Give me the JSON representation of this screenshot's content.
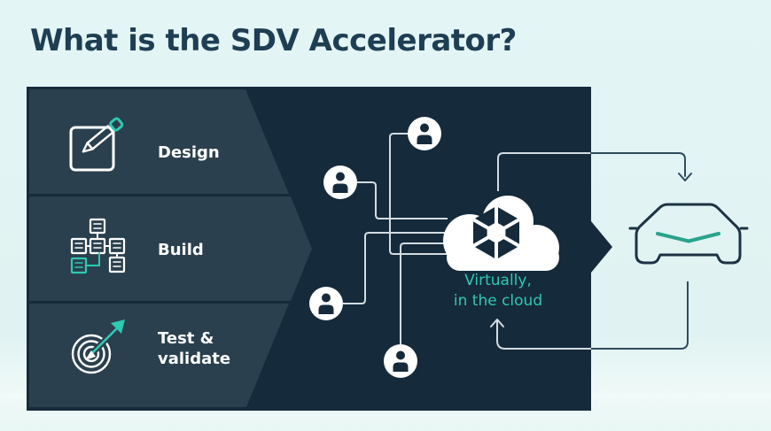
{
  "title": "What is the SDV Accelerator?",
  "pipeline": {
    "steps": [
      {
        "label": "Design",
        "icon": "pencil-square-icon"
      },
      {
        "label": "Build",
        "icon": "hierarchy-icon"
      },
      {
        "label": "Test &\nvalidate",
        "icon": "target-arrow-icon"
      }
    ]
  },
  "cloud": {
    "caption": "Virtually,\nin the cloud",
    "icon": "cloud-cube-icon"
  },
  "actors": {
    "count": 4,
    "icon": "person-icon"
  },
  "vehicle": {
    "icon": "car-front-icon"
  },
  "colors": {
    "background": "#e2f4f3",
    "panel": "#152a3a",
    "panel_row": "#2b404f",
    "accent_teal": "#2fc8b2",
    "car_lightbar_teal": "#2aa38c",
    "line_light": "#d3dde1",
    "line_dark": "#2e4c5c",
    "car_outline": "#1c3344",
    "title_color": "#1d3e53",
    "white": "#ffffff"
  }
}
